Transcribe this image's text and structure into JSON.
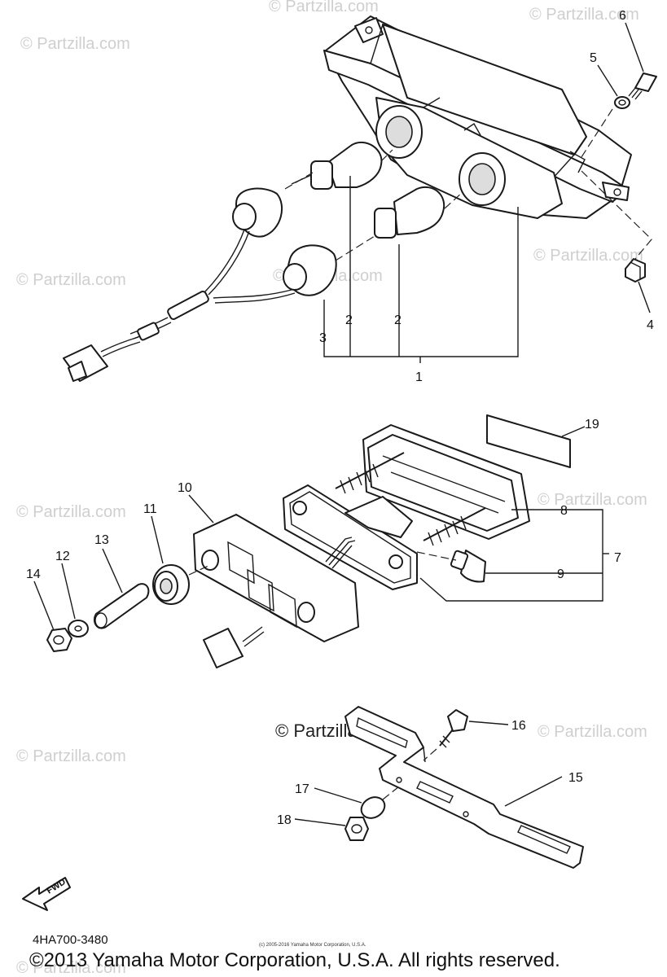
{
  "watermark": {
    "text": "© Partzilla.com"
  },
  "callouts": [
    "1",
    "2",
    "2",
    "3",
    "4",
    "5",
    "6",
    "7",
    "8",
    "9",
    "10",
    "11",
    "12",
    "13",
    "14",
    "15",
    "16",
    "17",
    "18",
    "19"
  ],
  "fwd_label": "FWD",
  "figure_code": "4HA700-3480",
  "small_copyright": "(c) 2005-2016 Yamaha Motor Corporation, U.S.A.",
  "footer_copyright": "©2013 Yamaha Motor Corporation, U.S.A. All rights reserved."
}
